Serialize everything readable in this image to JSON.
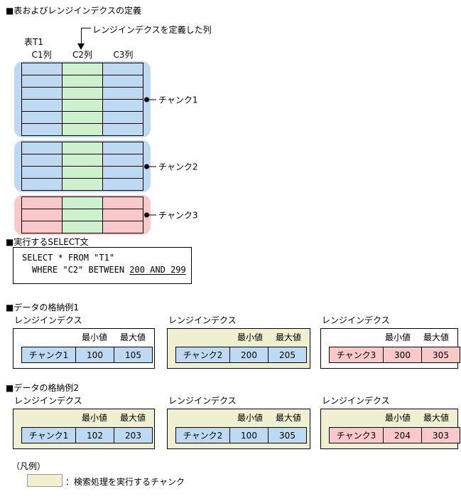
{
  "colors": {
    "chunk_blue": "#BEDAF2",
    "column_green": "#CDF1CD",
    "chunk_pink": "#F9C8C8",
    "highlight_cream": "#EFEFD2"
  },
  "sections": {
    "definition_title": "■表およびレンジインデクスの定義",
    "select_title": "■実行するSELECT文"
  },
  "diagram": {
    "annotation": "レンジインデクスを定義した列",
    "table_label": "表T1",
    "columns": [
      "C1列",
      "C2列",
      "C3列"
    ],
    "chunks": [
      {
        "label": "チャンク1",
        "rows": 6,
        "color": "blue"
      },
      {
        "label": "チャンク2",
        "rows": 4,
        "color": "blue"
      },
      {
        "label": "チャンク3",
        "rows": 3,
        "color": "pink"
      }
    ]
  },
  "select": {
    "line1": "SELECT * FROM \"T1\"",
    "line2_prefix": "WHERE \"C2\" BETWEEN ",
    "line2_underline": "200 AND 299"
  },
  "examples": [
    {
      "title": "■データの格納例1",
      "boxes": [
        {
          "label": "レンジインデクス",
          "min_header": "最小値",
          "max_header": "最大値",
          "chunk": "チャンク1",
          "min": "100",
          "max": "105",
          "color": "blue",
          "highlighted": false
        },
        {
          "label": "レンジインデクス",
          "min_header": "最小値",
          "max_header": "最大値",
          "chunk": "チャンク2",
          "min": "200",
          "max": "205",
          "color": "blue",
          "highlighted": true
        },
        {
          "label": "レンジインデクス",
          "min_header": "最小値",
          "max_header": "最大値",
          "chunk": "チャンク3",
          "min": "300",
          "max": "305",
          "color": "pink",
          "highlighted": false
        }
      ]
    },
    {
      "title": "■データの格納例2",
      "boxes": [
        {
          "label": "レンジインデクス",
          "min_header": "最小値",
          "max_header": "最大値",
          "chunk": "チャンク1",
          "min": "102",
          "max": "203",
          "color": "blue",
          "highlighted": true
        },
        {
          "label": "レンジインデクス",
          "min_header": "最小値",
          "max_header": "最大値",
          "chunk": "チャンク2",
          "min": "100",
          "max": "305",
          "color": "blue",
          "highlighted": true
        },
        {
          "label": "レンジインデクス",
          "min_header": "最小値",
          "max_header": "最大値",
          "chunk": "チャンク3",
          "min": "204",
          "max": "303",
          "color": "pink",
          "highlighted": true
        }
      ]
    }
  ],
  "legend": {
    "label": "（凡例）",
    "text": "：検索処理を実行するチャンク"
  }
}
